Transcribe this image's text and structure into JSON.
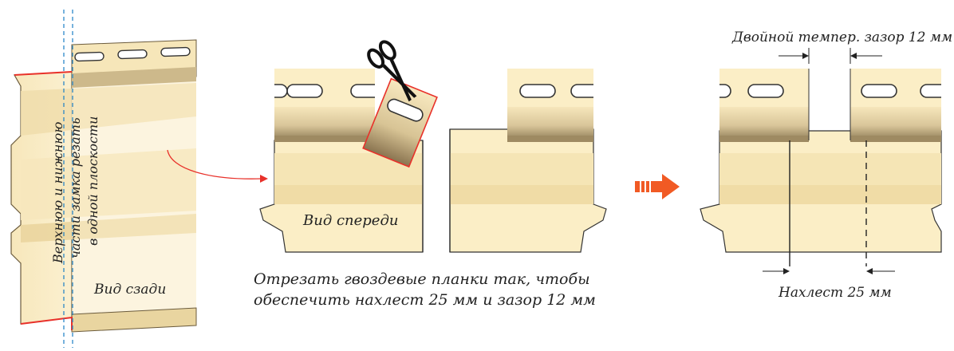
{
  "left_panel": {
    "rotated_lines": [
      "Верхнюю и нижнюю",
      "части замка резать",
      "в одной плоскости"
    ],
    "back_view_label": "Вид сзади"
  },
  "middle_panel": {
    "front_view_label": "Вид спереди",
    "caption_line1": "Отрезать гвоздевые планки так, чтобы",
    "caption_line2": "обеспечить нахлест 25 мм и зазор 12 мм"
  },
  "right_panel": {
    "gap_label": "Двойной темпер. зазор 12 мм",
    "overlap_label": "Нахлест 25 мм"
  },
  "icons": [
    "scissors-icon",
    "arrow-right-icon"
  ],
  "colors": {
    "siding_light": "#fbeec6",
    "siding_mid": "#f3e1ae",
    "siding_dark": "#a8936a",
    "cut_red": "#e8312a",
    "arrow_orange": "#f15a24",
    "guide_blue": "#1c7fc6"
  }
}
